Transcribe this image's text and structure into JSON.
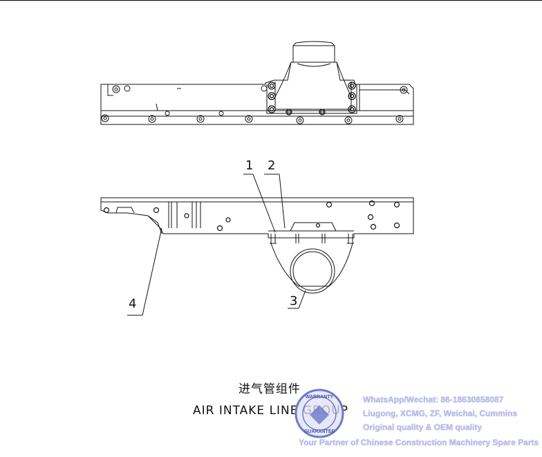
{
  "title": {
    "chinese": "进气管组件",
    "english": "AIR INTAKE LINE GROUP"
  },
  "callouts": [
    "1",
    "2",
    "3",
    "4"
  ],
  "watermark": {
    "lines": [
      "WhatsApp/Wechat: 86-18630858087",
      "Liugong, XCMG, ZF, Weichai, Cummins",
      "Original quality & OEM quality"
    ],
    "tagline": "Your Partner of Chinese Construction Machinery Spare Parts",
    "seal_text": [
      "WARRANTY",
      "GUARANTEE"
    ],
    "seal_color": "#6f78c8"
  },
  "colors": {
    "line": "#111111",
    "background": "#ffffff"
  }
}
